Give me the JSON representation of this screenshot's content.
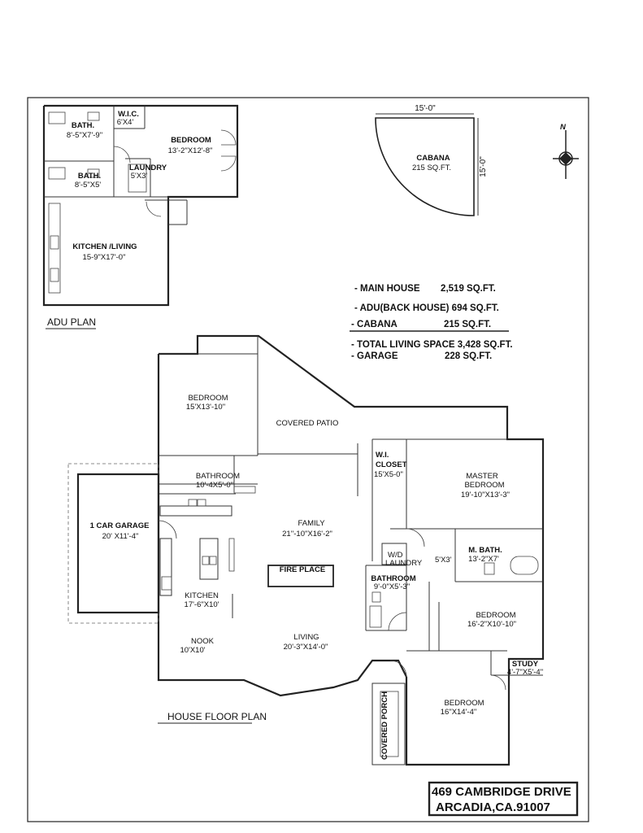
{
  "adu": {
    "plan_title": "ADU PLAN",
    "rooms": {
      "bath1_name": "BATH.",
      "bath1_size": "8'-5\"X7'-9\"",
      "wic_name": "W.I.C.",
      "wic_size": "6'X4'",
      "bedroom_name": "BEDROOM",
      "bedroom_size": "13'-2\"X12'-8\"",
      "bath2_name": "BATH.",
      "bath2_size": "8'-5\"X5'",
      "laundry_name": "LAUNDRY",
      "laundry_size": "5'X3'",
      "kitchen_name": "KITCHEN /LIVING",
      "kitchen_size": "15-9\"X17'-0\""
    }
  },
  "cabana": {
    "name": "CABANA",
    "area": "215 SQ.FT.",
    "width_dim": "15'-0\"",
    "height_dim": "15'-0\""
  },
  "north": "N",
  "summary": {
    "main_house": "- MAIN HOUSE        2,519 SQ.FT.",
    "adu": "- ADU(BACK HOUSE) 694 SQ.FT.",
    "cabana": "- CABANA                  215 SQ.FT.",
    "total": "- TOTAL LIVING SPACE 3,428 SQ.FT.",
    "garage": "- GARAGE                  228 SQ.FT."
  },
  "house": {
    "plan_title": "HOUSE FLOOR PLAN",
    "rooms": {
      "bedroom1_name": "BEDROOM",
      "bedroom1_size": "15'X13'-10\"",
      "covered_patio": "COVERED PATIO",
      "bathroom1_name": "BATHROOM",
      "bathroom1_size": "10'-4X5'-0\"",
      "garage_name": "1 CAR GARAGE",
      "garage_size": "20' X11'-4\"",
      "family_name": "FAMILY",
      "family_size": "21''-10\"X16'-2\"",
      "fireplace": "FIRE PLACE",
      "kitchen_name": "KITCHEN",
      "kitchen_size": "17'-6\"X10'",
      "nook_name": "NOOK",
      "nook_size": "10'X10'",
      "living_name": "LIVING",
      "living_size": "20'-3\"X14'-0\"",
      "wi_closet_name1": "W.I.",
      "wi_closet_name2": "CLOSET",
      "wi_closet_size": "15'X5-0\"",
      "master_name1": "MASTER",
      "master_name2": "BEDROOM",
      "master_size": "19'-10\"X13'-3\"",
      "wd": "W/D",
      "laundry": "LAUNDRY",
      "mbath_name": "M. BATH.",
      "mbath_size": "13'-2\"X7'",
      "small_closet": "5'X3'",
      "bathroom2_name": "BATHROOM",
      "bathroom2_size": "9'-0\"X5'-3\"",
      "bedroom2_name": "BEDROOM",
      "bedroom2_size": "16'-2\"X10'-10\"",
      "study_name": "STUDY",
      "study_size": "4'-7\"X5'-4\"",
      "bedroom3_name": "BEDROOM",
      "bedroom3_size": "16\"X14'-4\"",
      "covered_porch": "COVERED PORCH"
    }
  },
  "address": {
    "line1": "469 CAMBRIDGE DRIVE",
    "line2": "ARCADIA,CA.91007"
  }
}
